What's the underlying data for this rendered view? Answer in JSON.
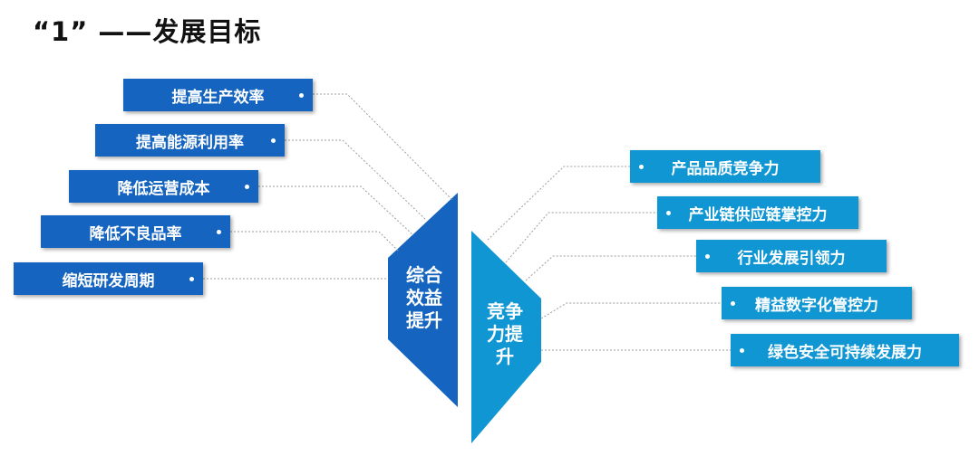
{
  "title": "“1” ——发展目标",
  "left_goals": [
    "提高生产效率",
    "提高能源利用率",
    "降低运营成本",
    "降低不良品率",
    "缩短研发周期"
  ],
  "right_goals": [
    "产品品质竞争力",
    "产业链供应链掌控力",
    "行业发展引领力",
    "精益数字化管控力",
    "绿色安全可持续发展力"
  ],
  "center": {
    "left_label": "综合\n效益\n提升",
    "right_label": "竞争\n力提\n升"
  },
  "colors": {
    "left_box": "#1565c0",
    "right_box": "#1196d4",
    "connector": "#9e9e9e"
  }
}
